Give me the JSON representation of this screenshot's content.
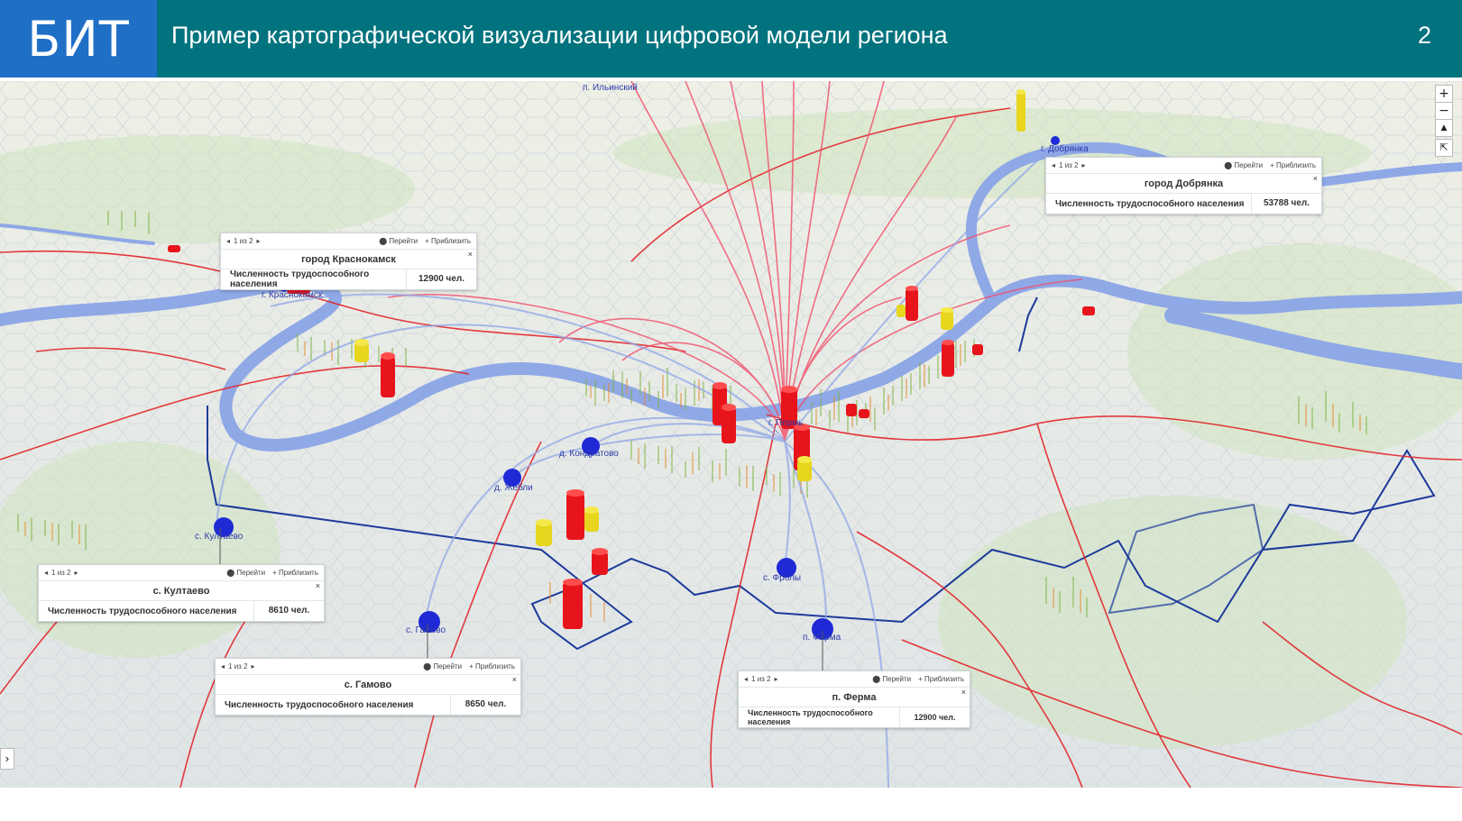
{
  "header": {
    "logo": "БИТ",
    "title": "Пример картографической визуализации цифровой модели региона",
    "page_number": "2"
  },
  "colors": {
    "header_bg": "#00737f",
    "logo_bg": "#1f6fc6",
    "river": "#8fa8e6",
    "road": "#e2262b",
    "boundary": "#1c3a9b",
    "bar_red": "#e8141b",
    "bar_yellow": "#e7d51e",
    "flow_lines": "#f24e6a",
    "point_blue": "#1f2ad6"
  },
  "map_controls": {
    "zoom_in": "+",
    "zoom_out": "−",
    "compass": "▲",
    "export": "⇱",
    "side_toggle": "›"
  },
  "place_labels": [
    {
      "name": "г. Краснокамск"
    },
    {
      "name": "д. Кондратово"
    },
    {
      "name": "д. Жебли"
    },
    {
      "name": "с. Култаево"
    },
    {
      "name": "с. Гамово"
    },
    {
      "name": "с. Фролы"
    },
    {
      "name": "п. Ферма"
    },
    {
      "name": "г. Пермь"
    },
    {
      "name": "п. Ильинский"
    },
    {
      "name": "г. Добрянка"
    }
  ],
  "popups": [
    {
      "pager": "1 из 2",
      "goto": "Перейти",
      "zoom": "Приблизить",
      "title": "город Краснокамск",
      "field": "Численность трудоспособного населения",
      "value": "12900 чел."
    },
    {
      "pager": "1 из 2",
      "goto": "Перейти",
      "zoom": "Приблизить",
      "title": "город Добрянка",
      "field": "Численность трудоспособного населения",
      "value": "53788 чел."
    },
    {
      "pager": "1 из 2",
      "goto": "Перейти",
      "zoom": "Приблизить",
      "title": "с. Култаево",
      "field": "Численность трудоспособного населения",
      "value": "8610 чел."
    },
    {
      "pager": "1 из 2",
      "goto": "Перейти",
      "zoom": "Приблизить",
      "title": "с. Гамово",
      "field": "Численность трудоспособного населения",
      "value": "8650 чел."
    },
    {
      "pager": "1 из 2",
      "goto": "Перейти",
      "zoom": "Приблизить",
      "title": "п. Ферма",
      "field": "Численность трудоспособного населения",
      "value": "12900 чел."
    }
  ]
}
